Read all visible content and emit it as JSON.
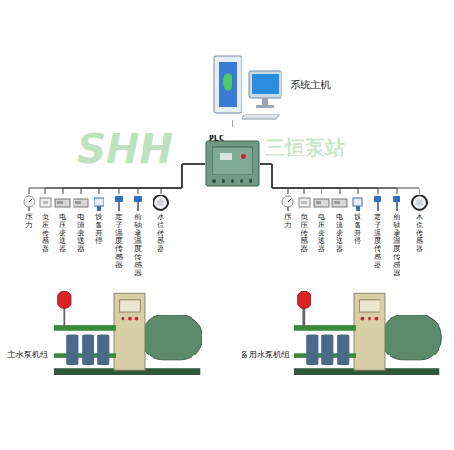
{
  "diagram": {
    "nodes": [
      {
        "text": [
          "系统主机"
        ]
      },
      {
        "text": [
          "PLC"
        ]
      },
      {
        "text": [
          "压力"
        ]
      },
      {
        "text": [
          "负压传感器"
        ]
      },
      {
        "text": [
          "电压变送器"
        ]
      },
      {
        "text": [
          "电流变送器"
        ]
      },
      {
        "text": [
          "设备开停"
        ]
      },
      {
        "text": [
          "定子温度传感器"
        ]
      },
      {
        "text": [
          "前轴承温度传感器"
        ]
      },
      {
        "text": [
          "水位传感器"
        ]
      },
      {
        "text": [
          "压力"
        ]
      },
      {
        "text": [
          "负压传感器"
        ]
      },
      {
        "text": [
          "电压变送器"
        ]
      },
      {
        "text": [
          "电流变送器"
        ]
      },
      {
        "text": [
          "设备开停"
        ]
      },
      {
        "text": [
          "定子温度传感器"
        ]
      },
      {
        "text": [
          "前轴承温度传感器"
        ]
      },
      {
        "text": [
          "水位传感器"
        ]
      },
      {
        "text": [
          "主水泵机组"
        ]
      },
      {
        "text": [
          "备用水泵机组"
        ]
      }
    ],
    "edges": [
      {
        "from": 0,
        "to": 1,
        "arrow": "none"
      },
      {
        "from": 1,
        "to": 2,
        "arrow": "none"
      },
      {
        "from": 1,
        "to": 3,
        "arrow": "none"
      },
      {
        "from": 1,
        "to": 4,
        "arrow": "none"
      },
      {
        "from": 1,
        "to": 5,
        "arrow": "none"
      },
      {
        "from": 1,
        "to": 6,
        "arrow": "none"
      },
      {
        "from": 1,
        "to": 7,
        "arrow": "none"
      },
      {
        "from": 1,
        "to": 8,
        "arrow": "none"
      },
      {
        "from": 1,
        "to": 9,
        "arrow": "none"
      },
      {
        "from": 1,
        "to": 10,
        "arrow": "none"
      },
      {
        "from": 1,
        "to": 11,
        "arrow": "none"
      },
      {
        "from": 1,
        "to": 12,
        "arrow": "none"
      },
      {
        "from": 1,
        "to": 13,
        "arrow": "none"
      },
      {
        "from": 1,
        "to": 14,
        "arrow": "none"
      },
      {
        "from": 1,
        "to": 15,
        "arrow": "none"
      },
      {
        "from": 1,
        "to": 16,
        "arrow": "none"
      },
      {
        "from": 1,
        "to": 17,
        "arrow": "none"
      }
    ],
    "labels": [
      "SHH",
      "三恒泵站"
    ]
  }
}
